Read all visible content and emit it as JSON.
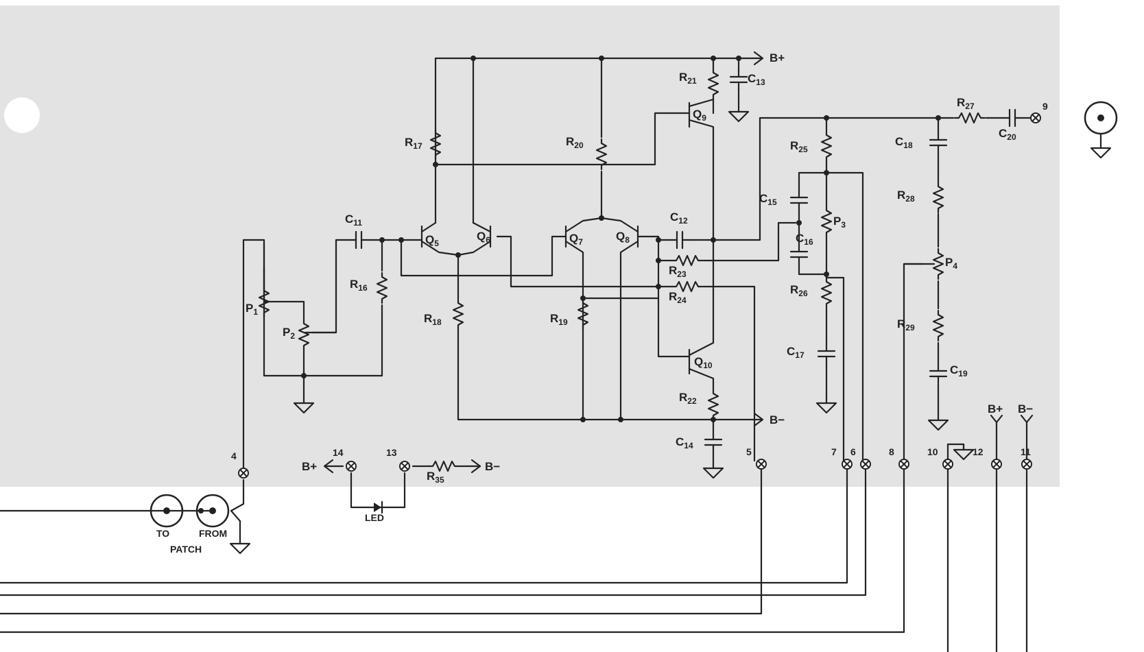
{
  "rails": {
    "b_plus": "B+",
    "b_minus": "B−"
  },
  "transistors": {
    "q5": {
      "p": "Q",
      "s": "5"
    },
    "q6": {
      "p": "Q",
      "s": "6"
    },
    "q7": {
      "p": "Q",
      "s": "7"
    },
    "q8": {
      "p": "Q",
      "s": "8"
    },
    "q9": {
      "p": "Q",
      "s": "9"
    },
    "q10": {
      "p": "Q",
      "s": "10"
    }
  },
  "resistors": {
    "r16": {
      "p": "R",
      "s": "16"
    },
    "r17": {
      "p": "R",
      "s": "17"
    },
    "r18": {
      "p": "R",
      "s": "18"
    },
    "r19": {
      "p": "R",
      "s": "19"
    },
    "r20": {
      "p": "R",
      "s": "20"
    },
    "r21": {
      "p": "R",
      "s": "21"
    },
    "r22": {
      "p": "R",
      "s": "22"
    },
    "r23": {
      "p": "R",
      "s": "23"
    },
    "r24": {
      "p": "R",
      "s": "24"
    },
    "r25": {
      "p": "R",
      "s": "25"
    },
    "r26": {
      "p": "R",
      "s": "26"
    },
    "r27": {
      "p": "R",
      "s": "27"
    },
    "r28": {
      "p": "R",
      "s": "28"
    },
    "r29": {
      "p": "R",
      "s": "29"
    },
    "r35": {
      "p": "R",
      "s": "35"
    }
  },
  "capacitors": {
    "c11": {
      "p": "C",
      "s": "11"
    },
    "c12": {
      "p": "C",
      "s": "12"
    },
    "c13": {
      "p": "C",
      "s": "13"
    },
    "c14": {
      "p": "C",
      "s": "14"
    },
    "c15": {
      "p": "C",
      "s": "15"
    },
    "c16": {
      "p": "C",
      "s": "16"
    },
    "c17": {
      "p": "C",
      "s": "17"
    },
    "c18": {
      "p": "C",
      "s": "18"
    },
    "c19": {
      "p": "C",
      "s": "19"
    },
    "c20": {
      "p": "C",
      "s": "20"
    }
  },
  "pots": {
    "p1": {
      "p": "P",
      "s": "1"
    },
    "p2": {
      "p": "P",
      "s": "2"
    },
    "p3": {
      "p": "P",
      "s": "3"
    },
    "p4": {
      "p": "P",
      "s": "4"
    }
  },
  "pins": {
    "t4": "4",
    "t5": "5",
    "t6": "6",
    "t7": "7",
    "t8": "8",
    "t9": "9",
    "t10": "10",
    "t11": "11",
    "t12": "12",
    "t13": "13",
    "t14": "14"
  },
  "labels": {
    "led": "LED",
    "to": "TO",
    "from": "FROM",
    "patch": "PATCH"
  },
  "colors": {
    "ink": "#222222",
    "shade": "#e3e3e3",
    "paper": "#ffffff"
  }
}
